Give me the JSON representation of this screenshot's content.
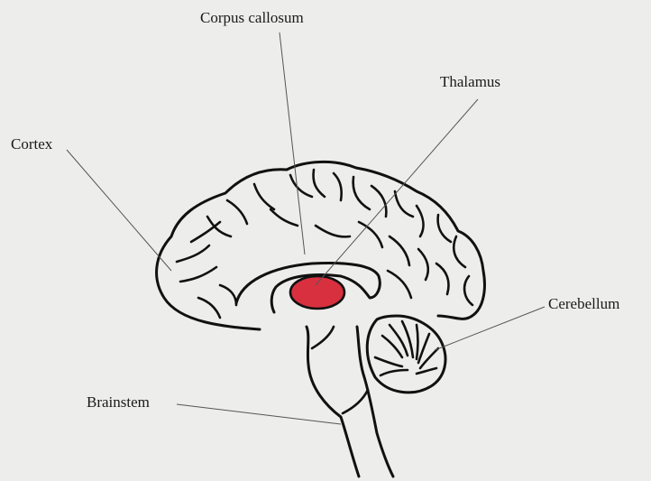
{
  "labels": {
    "corpus_callosum": "Corpus callosum",
    "thalamus": "Thalamus",
    "cortex": "Cortex",
    "cerebellum": "Cerebellum",
    "brainstem": "Brainstem"
  },
  "colors": {
    "background": "#ededeb",
    "outline": "#111111",
    "thalamus_fill": "#d8303e",
    "leader_line": "#555555"
  }
}
